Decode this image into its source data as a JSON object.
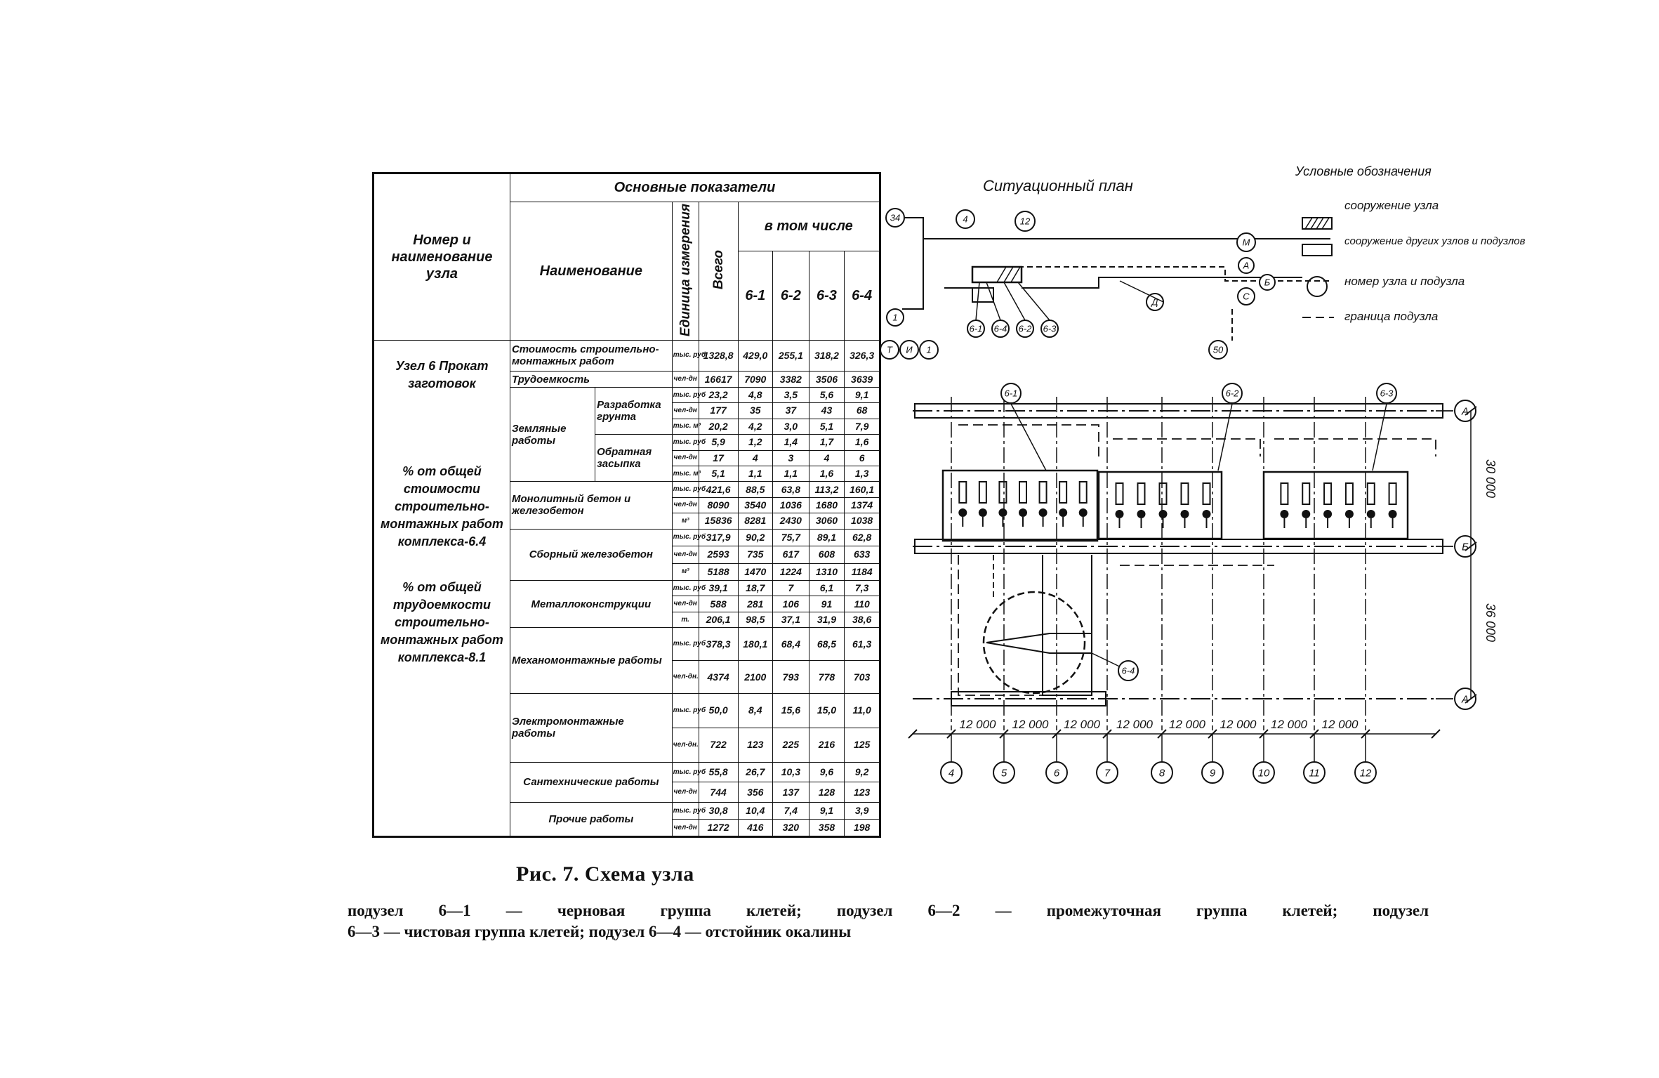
{
  "table": {
    "header_node": "Номер и наименование узла",
    "header_main": "Основные показатели",
    "header_name": "Наименование",
    "header_unit": "Единица измерения",
    "header_total": "Всего",
    "header_incl": "в том числе",
    "sub_codes": [
      "6-1",
      "6-2",
      "6-3",
      "6-4"
    ],
    "node_name": "Узел 6 Прокат заготовок",
    "pct_cost": "% от общей стоимости строительно-монтажных работ комплекса-6.4",
    "pct_labor": "% от общей трудоемкости строительно-монтажных работ комплекса-8.1",
    "groups": {
      "earth": "Земляные работы",
      "dig": "Разработка грунта",
      "fill": "Обратная засыпка",
      "mono": "Монолитный бетон и железобетон",
      "prec": "Сборный железобетон",
      "metal": "Металлоконструкции",
      "mech": "Механомонтажные работы",
      "elec": "Электромонтажные работы",
      "sant": "Сантехнические работы",
      "other": "Прочие работы"
    },
    "rows": [
      {
        "name": "Стоимость строительно-монтажных работ",
        "unit": "тыс. руб",
        "v": [
          "1328,8",
          "429,0",
          "255,1",
          "318,2",
          "326,3"
        ]
      },
      {
        "name": "Трудоемкость",
        "unit": "чел-дн",
        "v": [
          "16617",
          "7090",
          "3382",
          "3506",
          "3639"
        ]
      },
      {
        "unit": "тыс. руб",
        "v": [
          "23,2",
          "4,8",
          "3,5",
          "5,6",
          "9,1"
        ]
      },
      {
        "unit": "чел-дн",
        "v": [
          "177",
          "35",
          "37",
          "43",
          "68"
        ]
      },
      {
        "unit": "тыс. м³",
        "v": [
          "20,2",
          "4,2",
          "3,0",
          "5,1",
          "7,9"
        ]
      },
      {
        "unit": "тыс. руб",
        "v": [
          "5,9",
          "1,2",
          "1,4",
          "1,7",
          "1,6"
        ]
      },
      {
        "unit": "чел-дн",
        "v": [
          "17",
          "4",
          "3",
          "4",
          "6"
        ]
      },
      {
        "unit": "тыс. м³",
        "v": [
          "5,1",
          "1,1",
          "1,1",
          "1,6",
          "1,3"
        ]
      },
      {
        "unit": "тыс. руб",
        "v": [
          "421,6",
          "88,5",
          "63,8",
          "113,2",
          "160,1"
        ]
      },
      {
        "unit": "чел-дн",
        "v": [
          "8090",
          "3540",
          "1036",
          "1680",
          "1374"
        ]
      },
      {
        "unit": "м³",
        "v": [
          "15836",
          "8281",
          "2430",
          "3060",
          "1038"
        ]
      },
      {
        "unit": "тыс. руб",
        "v": [
          "317,9",
          "90,2",
          "75,7",
          "89,1",
          "62,8"
        ]
      },
      {
        "unit": "чел-дн",
        "v": [
          "2593",
          "735",
          "617",
          "608",
          "633"
        ]
      },
      {
        "unit": "м³",
        "v": [
          "5188",
          "1470",
          "1224",
          "1310",
          "1184"
        ]
      },
      {
        "unit": "тыс. руб",
        "v": [
          "39,1",
          "18,7",
          "7",
          "6,1",
          "7,3"
        ]
      },
      {
        "unit": "чел-дн",
        "v": [
          "588",
          "281",
          "106",
          "91",
          "110"
        ]
      },
      {
        "unit": "т.",
        "v": [
          "206,1",
          "98,5",
          "37,1",
          "31,9",
          "38,6"
        ]
      },
      {
        "unit": "тыс. руб",
        "v": [
          "378,3",
          "180,1",
          "68,4",
          "68,5",
          "61,3"
        ]
      },
      {
        "unit": "чел-дн.",
        "v": [
          "4374",
          "2100",
          "793",
          "778",
          "703"
        ]
      },
      {
        "unit": "тыс. руб",
        "v": [
          "50,0",
          "8,4",
          "15,6",
          "15,0",
          "11,0"
        ]
      },
      {
        "unit": "чел-дн.",
        "v": [
          "722",
          "123",
          "225",
          "216",
          "125"
        ]
      },
      {
        "unit": "тыс. руб",
        "v": [
          "55,8",
          "26,7",
          "10,3",
          "9,6",
          "9,2"
        ]
      },
      {
        "unit": "чел-дн",
        "v": [
          "744",
          "356",
          "137",
          "128",
          "123"
        ]
      },
      {
        "unit": "тыс. руб",
        "v": [
          "30,8",
          "10,4",
          "7,4",
          "9,1",
          "3,9"
        ]
      },
      {
        "unit": "чел-дн",
        "v": [
          "1272",
          "416",
          "320",
          "358",
          "198"
        ]
      }
    ]
  },
  "plan": {
    "situation_title": "Ситуационный план",
    "legend_title": "Условные обозначения",
    "legend": [
      "сооружение узла",
      "сооружение других узлов и подузлов",
      "номер узла и подузла",
      "граница подузла"
    ],
    "situation_labels": [
      "34",
      "4",
      "12",
      "М",
      "А",
      "Б",
      "С",
      "Д",
      "1",
      "Т",
      "И",
      "1",
      "6-1",
      "6-4",
      "6-2",
      "6-3",
      "50"
    ],
    "subnode_labels": [
      "6-1",
      "6-2",
      "6-3",
      "6-4"
    ],
    "row_axes": [
      "А",
      "Б",
      "А"
    ],
    "dims_vertical": [
      "30 000",
      "36 000"
    ],
    "dims_horizontal": [
      "12 000",
      "12 000",
      "12 000",
      "12 000",
      "12 000",
      "12 000",
      "12 000",
      "12 000"
    ],
    "column_axes": [
      "4",
      "5",
      "6",
      "7",
      "8",
      "9",
      "10",
      "11",
      "12"
    ]
  },
  "caption": "Рис. 7. Схема узла",
  "legend_line1": "подузел 6—1 — черновая группа клетей; подузел 6—2 — промежуточная группа клетей; подузел",
  "legend_line2": "6—3 — чистовая группа клетей; подузел 6—4 — отстойник окалины"
}
